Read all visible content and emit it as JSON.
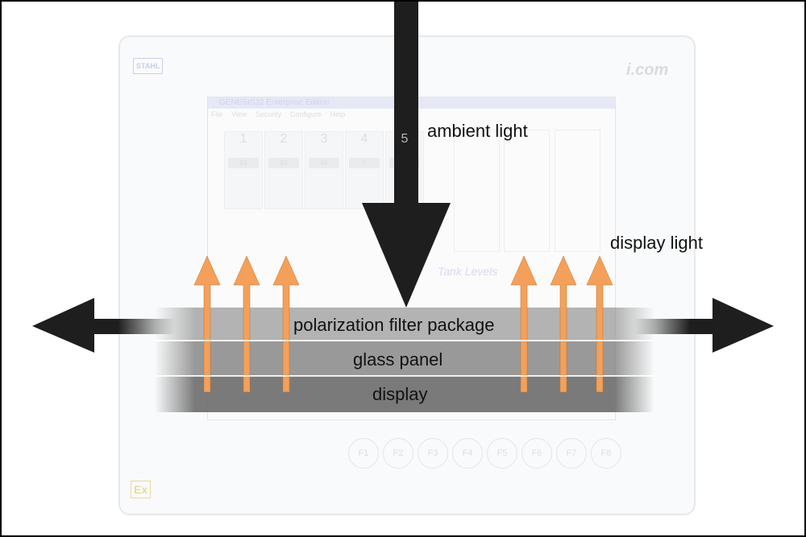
{
  "labels": {
    "ambient_light": "ambient light",
    "display_light": "display light",
    "polarization_filter": "polarization filter package",
    "glass_panel": "glass panel",
    "display": "display"
  },
  "background": {
    "brand_left": "STAHL",
    "brand_right": "i.com",
    "ex_mark": "Ex",
    "window_title": "GENESIS32 Enterprise Edition",
    "menu": [
      "File",
      "View",
      "Security",
      "Configure",
      "Help"
    ],
    "silos": [
      {
        "n": "1",
        "v": "91"
      },
      {
        "n": "2",
        "v": "62"
      },
      {
        "n": "3",
        "v": "40"
      },
      {
        "n": "4",
        "v": "0"
      },
      {
        "n": "5",
        "v": ""
      }
    ],
    "tank_title": "Tank Levels",
    "function_keys": [
      "F1",
      "F2",
      "F3",
      "F4",
      "F5",
      "F6",
      "F7",
      "F8"
    ]
  },
  "colors": {
    "arrow_dark": "#1e1e1e",
    "arrow_orange": "#f4a460",
    "band": "#8a8a8a"
  }
}
